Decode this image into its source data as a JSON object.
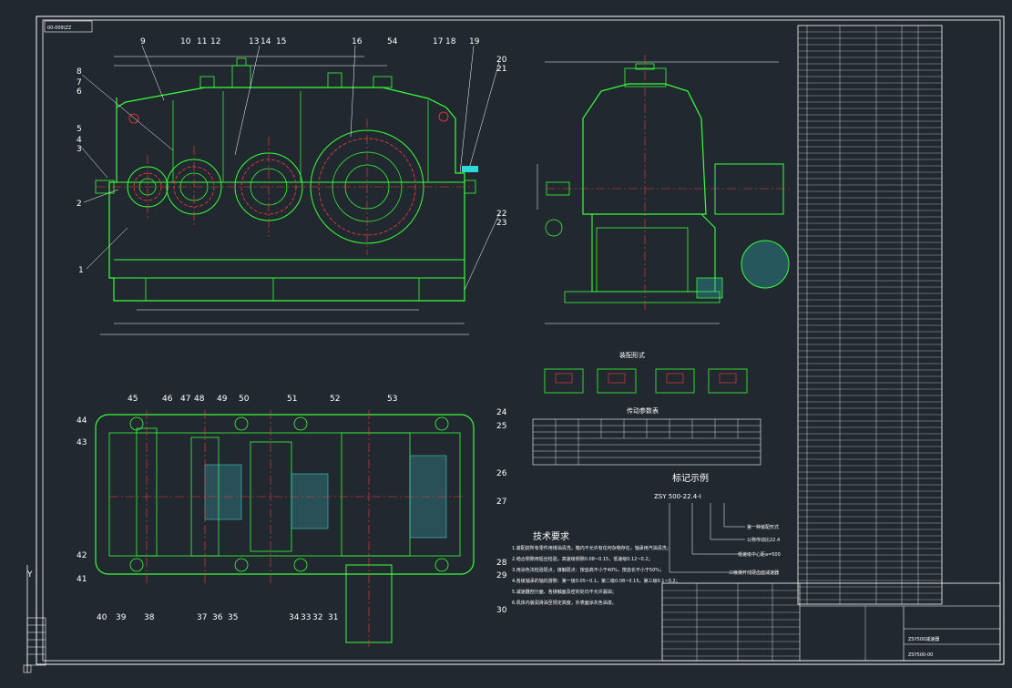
{
  "drawing": {
    "drawing_code": "00-009\\ZZ",
    "title_block_line1": "ZSY500-00",
    "title_block_line2": "ZSY500减速器",
    "part_labels_front": [
      "1",
      "2",
      "3",
      "4",
      "5",
      "6",
      "7",
      "8",
      "9",
      "10",
      "11",
      "12",
      "13",
      "14",
      "15",
      "16",
      "17",
      "18",
      "19",
      "20",
      "21",
      "22",
      "23"
    ],
    "part_labels_plan": [
      "24",
      "25",
      "26",
      "27",
      "28",
      "29",
      "30",
      "31",
      "32",
      "33",
      "34",
      "35",
      "36",
      "37",
      "38",
      "39",
      "40",
      "41",
      "42",
      "43",
      "44",
      "45",
      "46",
      "47",
      "48",
      "49",
      "50",
      "51",
      "52",
      "53",
      "54"
    ],
    "table_assembly_title": "装配形式",
    "table_params_title": "传动参数表",
    "table_notation_title": "标记示例",
    "notation_code": "ZSY 500-22.4-I",
    "notation_items": [
      "第一种装配形式",
      "公称传动比22.4",
      "低速级中心距a=500",
      "三级渐开线硬齿面减速器"
    ],
    "tech_title": "技术要求",
    "tech_notes": [
      "1.装配前所有零件用煤油清洗，箱内不允许有任何杂物存在，轴承用汽油清洗；",
      "2.啮合侧隙用铅丝检验，高速级侧隙0.08~0.15，低速级0.12~0.2；",
      "3.用涂色法检验斑点，接触斑点：按齿高不小于40%，按齿长不小于50%；",
      "4.各级轴承的轴向游隙：第一级0.05~0.1，第二级0.08~0.15，第三级0.1~0.2；",
      "5.减速器剖分面、各接触面及密封处均不允许漏油；",
      "6.机体内装润滑油至规定高度，外表面涂灰色油漆。"
    ],
    "axes_marker": "Y"
  }
}
